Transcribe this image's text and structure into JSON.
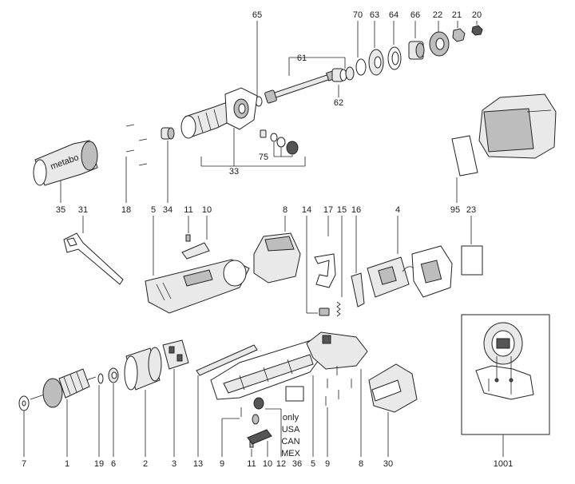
{
  "labels": {
    "p65": "65",
    "p70": "70",
    "p63": "63",
    "p64": "64",
    "p66": "66",
    "p22": "22",
    "p21": "21",
    "p20": "20",
    "p61": "61",
    "p62": "62",
    "p33": "33",
    "p75": "75",
    "p35": "35",
    "p18": "18",
    "p34": "34",
    "p31": "31",
    "p5a": "5",
    "p11a": "11",
    "p10a": "10",
    "p8a": "8",
    "p14": "14",
    "p17": "17",
    "p15": "15",
    "p16": "16",
    "p4": "4",
    "p95": "95",
    "p23": "23",
    "p7": "7",
    "p1": "1",
    "p19": "19",
    "p6": "6",
    "p2": "2",
    "p3": "3",
    "p13": "13",
    "p9a": "9",
    "p11b": "11",
    "p10b": "10",
    "p12": "12",
    "p36": "36",
    "p5b": "5",
    "p9b": "9",
    "p8b": "8",
    "p30": "30",
    "p1001": "1001"
  },
  "note_lines": [
    "only",
    "USA",
    "CAN",
    "MEX"
  ],
  "brand_mark": "metabo"
}
